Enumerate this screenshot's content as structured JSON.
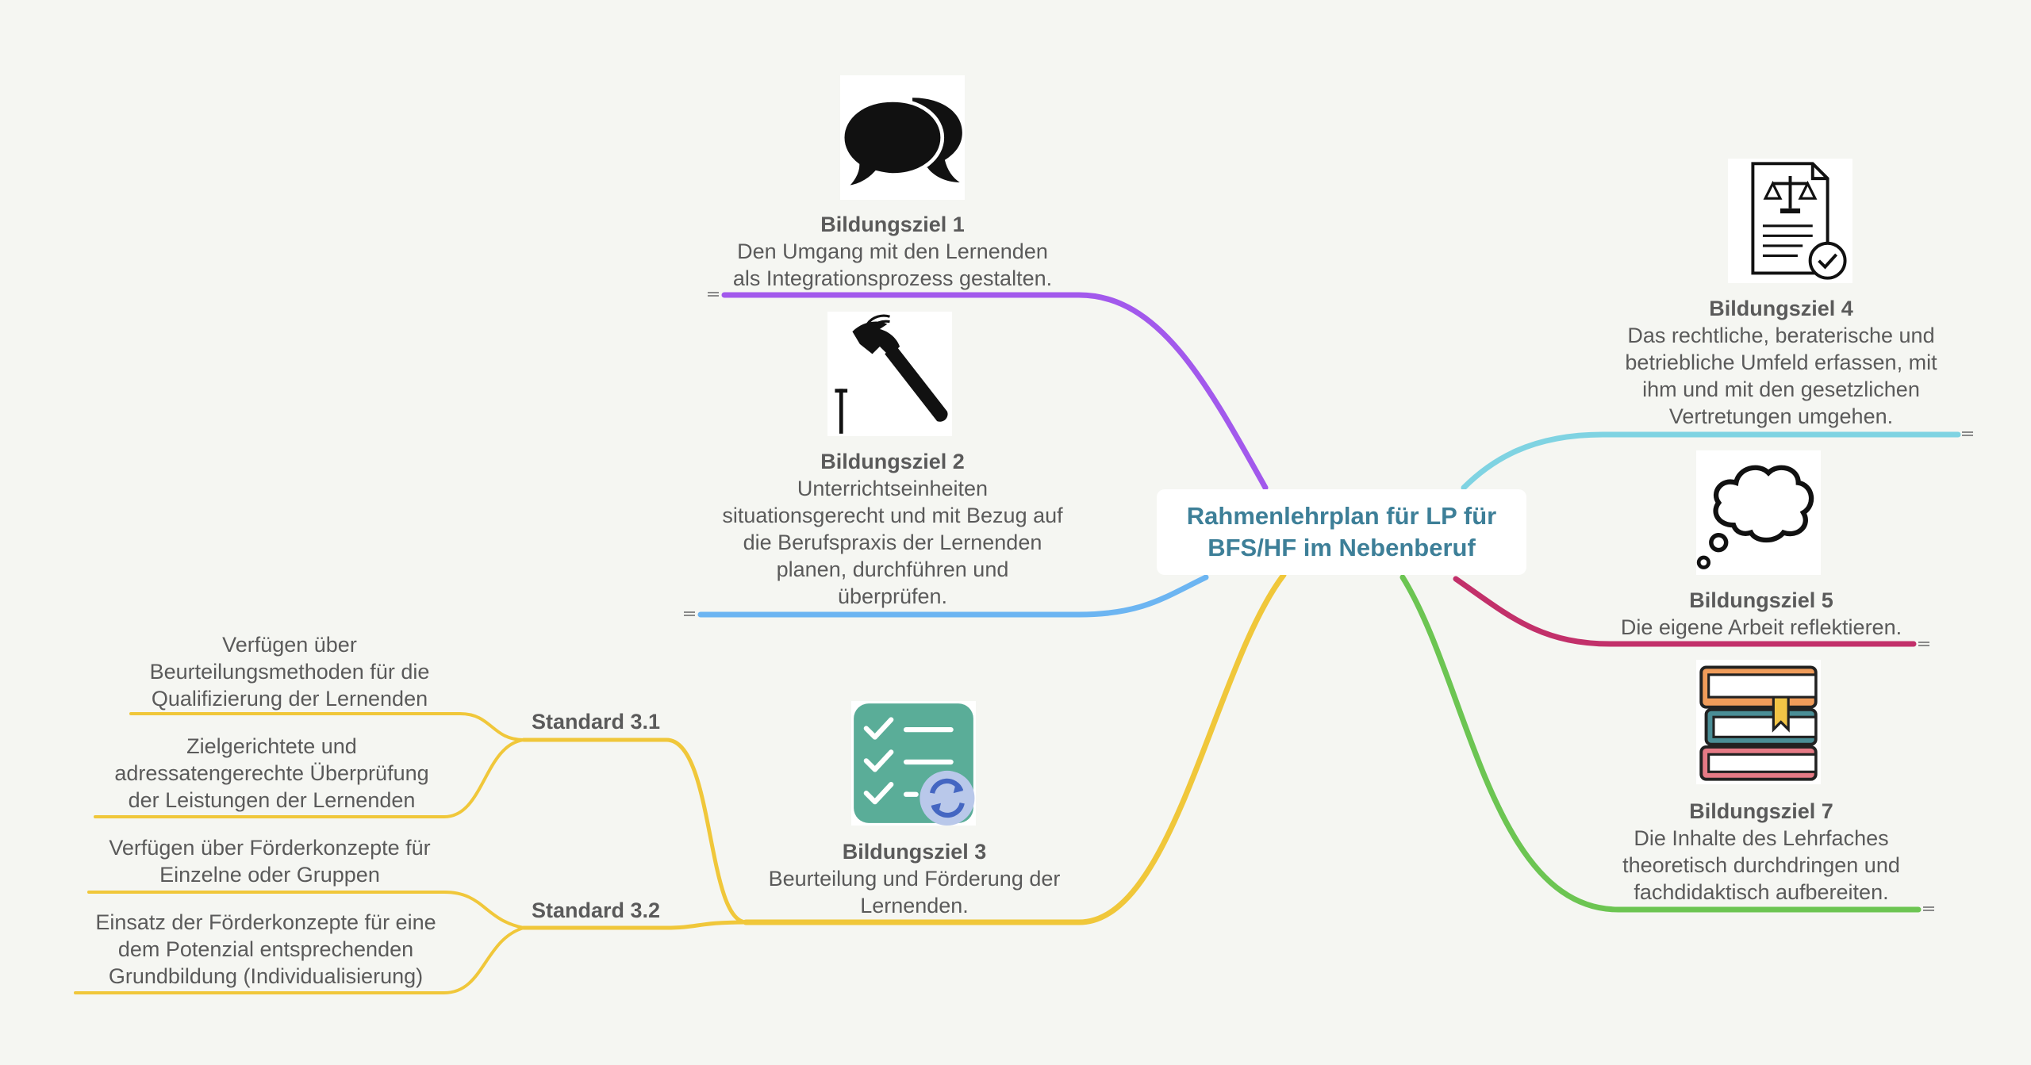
{
  "central_topic": "Rahmenlehrplan für LP für\nBFS/HF im Nebenberuf",
  "colors": {
    "background": "#f5f6f2",
    "central_text": "#3d7f98",
    "goal1": "#a259ec",
    "goal2": "#6cb5f2",
    "goal3": "#f0c73a",
    "goal4": "#7fd3e2",
    "goal5": "#c2306a",
    "goal7": "#6cc552",
    "text": "#5a5a5a"
  },
  "goals": [
    {
      "title": "Bildungsziel 1",
      "body": "Den Umgang mit den Lernenden\nals Integrationsprozess gestalten.",
      "icon": "speech-bubbles-icon"
    },
    {
      "title": "Bildungsziel 2",
      "body": "Unterrichtseinheiten\nsituationsgerecht und mit Bezug auf\ndie Berufspraxis der Lernenden\nplanen, durchführen und\nüberprüfen.",
      "icon": "hammer-nail-icon"
    },
    {
      "title": "Bildungsziel 3",
      "body": "Beurteilung und Förderung der\nLernenden.",
      "icon": "checklist-refresh-icon"
    },
    {
      "title": "Bildungsziel 4",
      "body": "Das rechtliche, beraterische und\nbetriebliche Umfeld erfassen, mit\nihm und mit den gesetzlichen\nVertretungen umgehen.",
      "icon": "legal-document-icon"
    },
    {
      "title": "Bildungsziel 5",
      "body": "Die eigene Arbeit reflektieren.",
      "icon": "thought-cloud-icon"
    },
    {
      "title": "Bildungsziel 7",
      "body": "Die Inhalte des Lehrfaches\ntheoretisch durchdringen und\nfachdidaktisch aufbereiten.",
      "icon": "books-stack-icon"
    }
  ],
  "standards": [
    {
      "label": "Standard 3.1",
      "items": [
        "Verfügen über\nBeurteilungsmethoden für die\nQualifizierung der Lernenden",
        "Zielgerichtete und\nadressatengerechte Überprüfung\nder Leistungen der Lernenden"
      ]
    },
    {
      "label": "Standard 3.2",
      "items": [
        "Verfügen über Förderkonzepte für\nEinzelne oder Gruppen",
        "Einsatz der Förderkonzepte für eine\ndem Potenzial entsprechenden\nGrundbildung (Individualisierung)"
      ]
    }
  ]
}
